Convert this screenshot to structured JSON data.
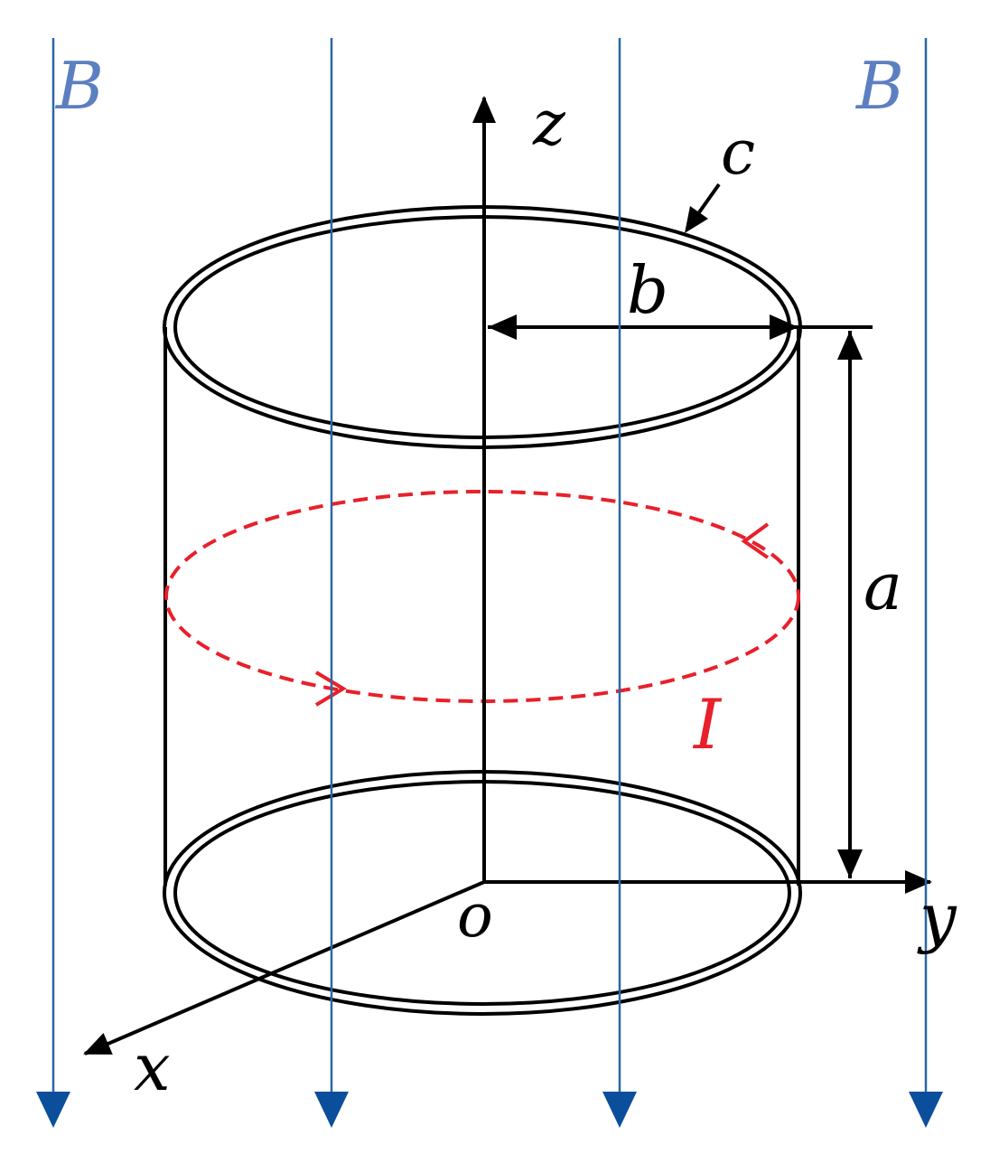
{
  "labels": {
    "field_left": "B",
    "field_right": "B",
    "axis_z": "z",
    "axis_y": "y",
    "axis_x": "x",
    "origin": "o",
    "radius": "b",
    "height": "a",
    "wall": "c",
    "current": "I"
  },
  "colors": {
    "field_lines": "#2a66a8",
    "field_label": "#5b7fc0",
    "field_arrowhead": "#0b4f9c",
    "current": "#e8202a",
    "outline": "#000000"
  }
}
